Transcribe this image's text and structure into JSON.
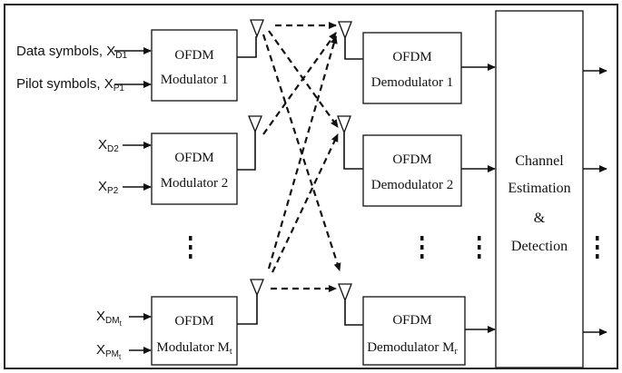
{
  "inputs": {
    "data_symbols_label": "Data symbols, X",
    "data_symbols_sub": "D1",
    "pilot_symbols_label": "Pilot symbols, X",
    "pilot_symbols_sub": "P1",
    "x_label": "X",
    "xd2_sub": "D2",
    "xp2_sub": "P2",
    "xdm_sub": "DM",
    "xpm_sub": "PM",
    "subscript_t": "t"
  },
  "modulators": [
    {
      "title": "OFDM",
      "name": "Modulator 1",
      "name_sub": ""
    },
    {
      "title": "OFDM",
      "name": "Modulator 2",
      "name_sub": ""
    },
    {
      "title": "OFDM",
      "name": "Modulator M",
      "name_sub": "t"
    }
  ],
  "demodulators": [
    {
      "title": "OFDM",
      "name": "Demodulator 1",
      "name_sub": ""
    },
    {
      "title": "OFDM",
      "name": "Demodulator 2",
      "name_sub": ""
    },
    {
      "title": "OFDM",
      "name": "Demodulator M",
      "name_sub": "r"
    }
  ],
  "estimator": {
    "line1": "Channel",
    "line2": "Estimation",
    "line3": "&",
    "line4": "Detection"
  },
  "ellipsis": "⋮"
}
